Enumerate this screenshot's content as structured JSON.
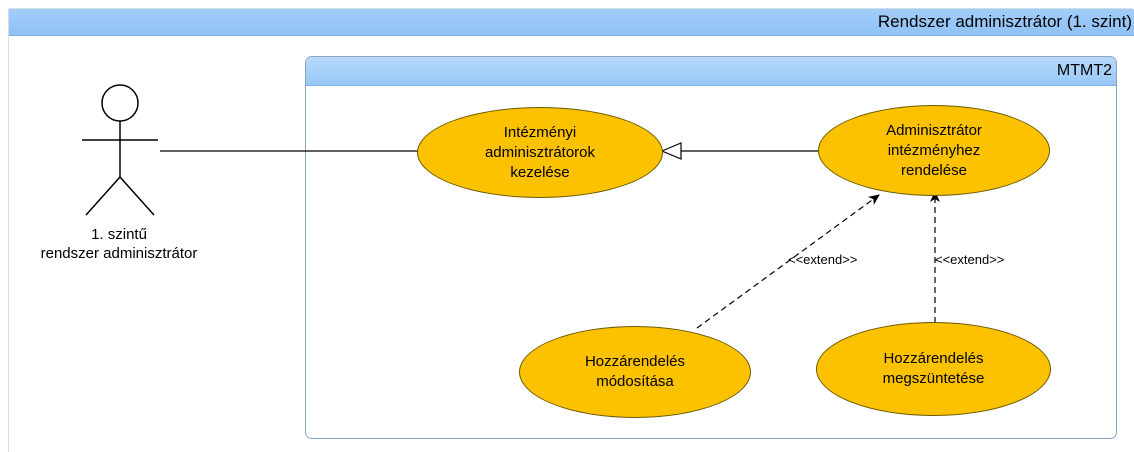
{
  "system_boundary": {
    "title": "Rendszer adminisztrátor (1. szint)"
  },
  "subsystem": {
    "title": "MTMT2"
  },
  "actor": {
    "label": "1. szintű\nrendszer adminisztrátor"
  },
  "use_cases": {
    "manage_admins": "Intézményi\nadminisztrátorok\nkezelése",
    "assign_admin": "Adminisztrátor\nintézményhez\nrendelése",
    "modify_assignment": "Hozzárendelés\nmódosítása",
    "remove_assignment": "Hozzárendelés\nmegszüntetése"
  },
  "relations": {
    "extend_left": "<<extend>>",
    "extend_right": "<<extend>>"
  },
  "colors": {
    "use_case_fill": "#fcc200",
    "header_fill": "#a3cdfa"
  }
}
